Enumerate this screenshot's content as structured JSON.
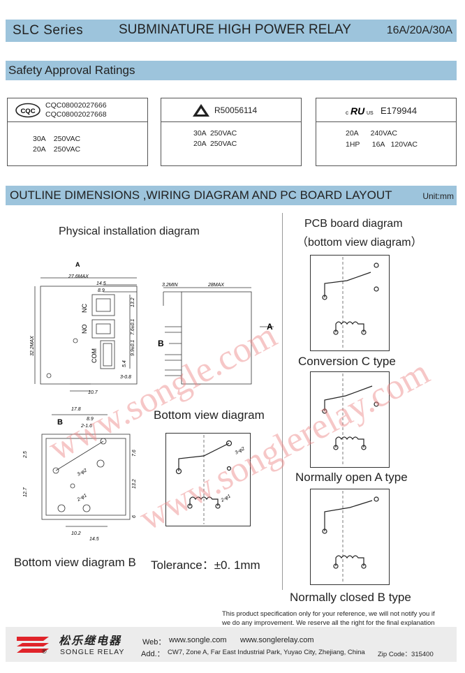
{
  "header": {
    "series": "SLC Series",
    "title": "SUBMINATURE HIGH POWER RELAY",
    "ratings": "16A/20A/30A"
  },
  "safety": {
    "heading": "Safety Approval Ratings",
    "cqc": {
      "logo": "CQC",
      "cert1": "CQC08002027666",
      "cert2": "CQC08002027668",
      "rating1": "30A    250VAC",
      "rating2": "20A    250VAC"
    },
    "tuv": {
      "cert": "R50056114",
      "rating1": "30A  250VAC",
      "rating2": "20A  250VAC"
    },
    "ul": {
      "mark_c": "c",
      "mark_ur": "RU",
      "mark_us": "US",
      "cert": "E179944",
      "rating1": "20A      240VAC",
      "rating2": "1HP      16A   120VAC"
    }
  },
  "outline": {
    "heading": "OUTLINE DIMENSIONS ,WIRING DIAGRAM AND PC BOARD LAYOUT",
    "unit": "Unit:mm"
  },
  "drawings": {
    "physical_label": "Physical installation diagram",
    "pcb_label1": "PCB board diagram",
    "pcb_label2": "（bottom view diagram）",
    "bottom_view_label": "Bottom view diagram",
    "bottom_view_b_label": "Bottom view diagram B",
    "tolerance": "Tolerance：±0. 1mm",
    "conv_c": "Conversion C type",
    "no_a": "Normally open A type",
    "nc_b": "Normally closed B type",
    "dims": {
      "A": "A",
      "B": "B",
      "w276": "27.6MAX",
      "d145": "14.5",
      "d89": "8.9",
      "nc": "NC",
      "no": "NO",
      "com": "COM",
      "d13": "13.2",
      "d76": "7.6±0.1",
      "d99": "9.9±0.1",
      "d54": "5.4",
      "d30": "3-0.8",
      "d107": "10.7",
      "h322": "32.2MAX",
      "d32": "3.2MIN",
      "d28": "28MAX",
      "d178": "17.8",
      "d216": "2-1.6",
      "d25": "2.5",
      "d127": "12.7",
      "d6": "6",
      "d132": "13.2",
      "d3phi2": "3-φ2",
      "d2phi1": "2-φ1",
      "d102": "10.2",
      "d1452": "14.5",
      "d76b": "7.6"
    }
  },
  "watermark": {
    "text1": "www.songle.com",
    "text2": "www.songlerelay.com"
  },
  "notice": {
    "line1": "This product specification only for your reference,   we will not notify you if",
    "line2": "we do any improvement. We reserve all the right for the final explanation"
  },
  "footer": {
    "brand_cn": "松乐继电器",
    "brand_en": "SONGLE RELAY",
    "registered": "®",
    "web_label": "Web：",
    "web1": "www.songle.com",
    "web2": "www.songlerelay.com",
    "addr_label": "Add.：",
    "address": "CW7, Zone A, Far East Industrial Park, Yuyao City, Zhejiang, China",
    "zip": "Zip Code：315400"
  },
  "colors": {
    "band": "#9dc4dc",
    "logo_red": "#e0242a",
    "watermark": "#eb8282"
  }
}
